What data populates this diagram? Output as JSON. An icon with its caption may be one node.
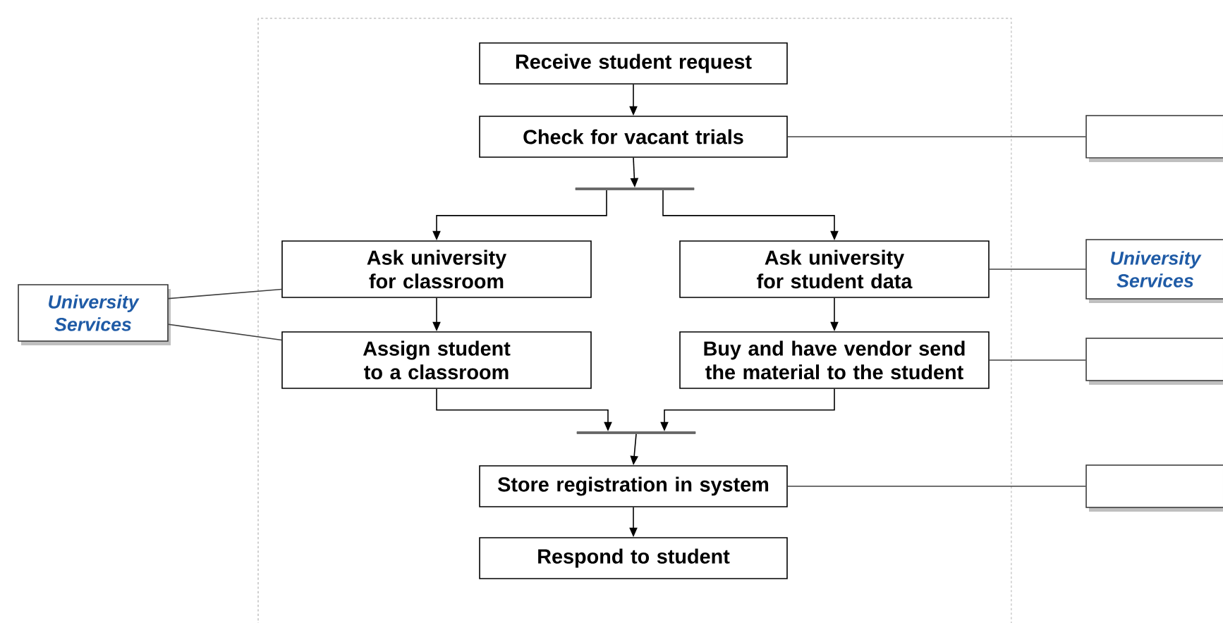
{
  "diagram": {
    "nodes": [
      {
        "text": [
          "Receive student request"
        ]
      },
      {
        "text": [
          "Check for vacant trials"
        ]
      },
      {
        "text": [],
        "shape": "bar"
      },
      {
        "text": [
          "Ask university for classroom"
        ]
      },
      {
        "text": [
          "Ask university for student data"
        ]
      },
      {
        "text": [
          "Assign student to a classroom"
        ]
      },
      {
        "text": [
          "Buy and have vendor send the material to the student"
        ]
      },
      {
        "text": [],
        "shape": "bar"
      },
      {
        "text": [
          "Store registration in system"
        ]
      },
      {
        "text": [
          "Respond to student"
        ]
      },
      {
        "text": [
          "University Services"
        ]
      },
      {
        "text": [],
        "shape": "box"
      },
      {
        "text": [
          "University Services"
        ]
      },
      {
        "text": [],
        "shape": "box"
      },
      {
        "text": [],
        "shape": "box"
      }
    ],
    "edges": [
      {
        "from": 0,
        "to": 1,
        "arrow": "to"
      },
      {
        "from": 1,
        "to": 2,
        "arrow": "to"
      },
      {
        "from": 2,
        "to": 3,
        "arrow": "to"
      },
      {
        "from": 2,
        "to": 4,
        "arrow": "to"
      },
      {
        "from": 3,
        "to": 5,
        "arrow": "to"
      },
      {
        "from": 4,
        "to": 6,
        "arrow": "to"
      },
      {
        "from": 5,
        "to": 7,
        "arrow": "to"
      },
      {
        "from": 6,
        "to": 7,
        "arrow": "to"
      },
      {
        "from": 7,
        "to": 8,
        "arrow": "to"
      },
      {
        "from": 8,
        "to": 9,
        "arrow": "to"
      },
      {
        "from": 1,
        "to": 11,
        "arrow": "none"
      },
      {
        "from": 10,
        "to": 3,
        "arrow": "none"
      },
      {
        "from": 10,
        "to": 5,
        "arrow": "none"
      },
      {
        "from": 4,
        "to": 12,
        "arrow": "none"
      },
      {
        "from": 6,
        "to": 13,
        "arrow": "none"
      },
      {
        "from": 8,
        "to": 14,
        "arrow": "none"
      }
    ]
  }
}
